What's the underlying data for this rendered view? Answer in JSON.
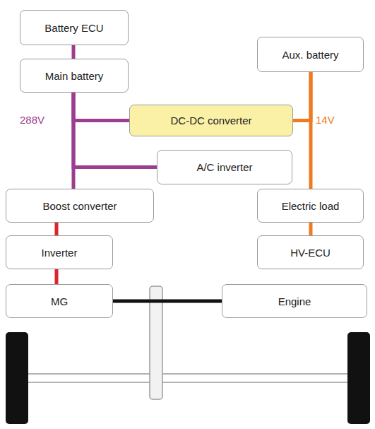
{
  "diagram": {
    "nodes": [
      {
        "text": [
          "Battery ECU"
        ]
      },
      {
        "text": [
          "Aux. battery"
        ]
      },
      {
        "text": [
          "Main battery"
        ]
      },
      {
        "text": [
          "DC-DC converter"
        ]
      },
      {
        "text": [
          "A/C inverter"
        ]
      },
      {
        "text": [
          "Boost converter"
        ]
      },
      {
        "text": [
          "Electric load"
        ]
      },
      {
        "text": [
          "Inverter"
        ]
      },
      {
        "text": [
          "HV-ECU"
        ]
      },
      {
        "text": [
          "MG"
        ]
      },
      {
        "text": [
          "Engine"
        ]
      }
    ],
    "edges": [
      {
        "from": 0,
        "to": 2,
        "arrow": "none"
      },
      {
        "from": 2,
        "to": 3,
        "arrow": "none"
      },
      {
        "from": 2,
        "to": 4,
        "arrow": "none"
      },
      {
        "from": 2,
        "to": 5,
        "arrow": "none"
      },
      {
        "from": 3,
        "to": 1,
        "arrow": "none"
      },
      {
        "from": 1,
        "to": 6,
        "arrow": "none"
      },
      {
        "from": 6,
        "to": 8,
        "arrow": "none"
      },
      {
        "from": 5,
        "to": 7,
        "arrow": "none"
      },
      {
        "from": 7,
        "to": 9,
        "arrow": "none"
      },
      {
        "from": 9,
        "to": 10,
        "arrow": "none"
      }
    ],
    "labels": [
      "288V",
      "14V"
    ]
  }
}
